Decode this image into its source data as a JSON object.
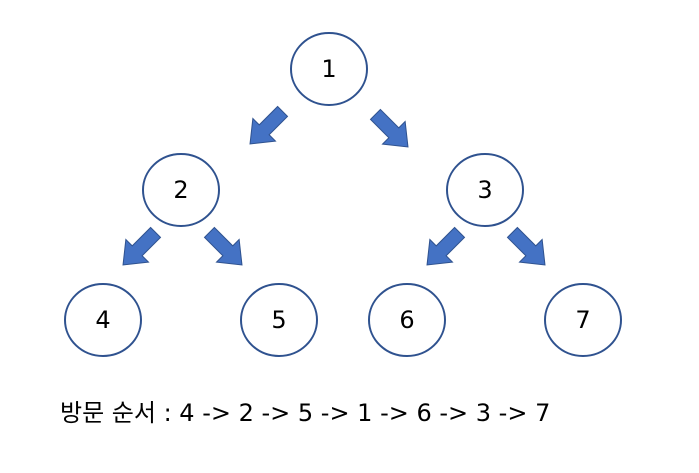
{
  "tree": {
    "nodes": [
      {
        "id": "1",
        "label": "1"
      },
      {
        "id": "2",
        "label": "2"
      },
      {
        "id": "3",
        "label": "3"
      },
      {
        "id": "4",
        "label": "4"
      },
      {
        "id": "5",
        "label": "5"
      },
      {
        "id": "6",
        "label": "6"
      },
      {
        "id": "7",
        "label": "7"
      }
    ],
    "edges": [
      {
        "from": "1",
        "to": "2"
      },
      {
        "from": "1",
        "to": "3"
      },
      {
        "from": "2",
        "to": "4"
      },
      {
        "from": "2",
        "to": "5"
      },
      {
        "from": "3",
        "to": "6"
      },
      {
        "from": "3",
        "to": "7"
      }
    ]
  },
  "caption": "방문 순서 : 4 -> 2 -> 5 -> 1 -> 6 -> 3 -> 7",
  "colors": {
    "node_stroke": "#2f528f",
    "arrow_fill": "#4472c4"
  }
}
